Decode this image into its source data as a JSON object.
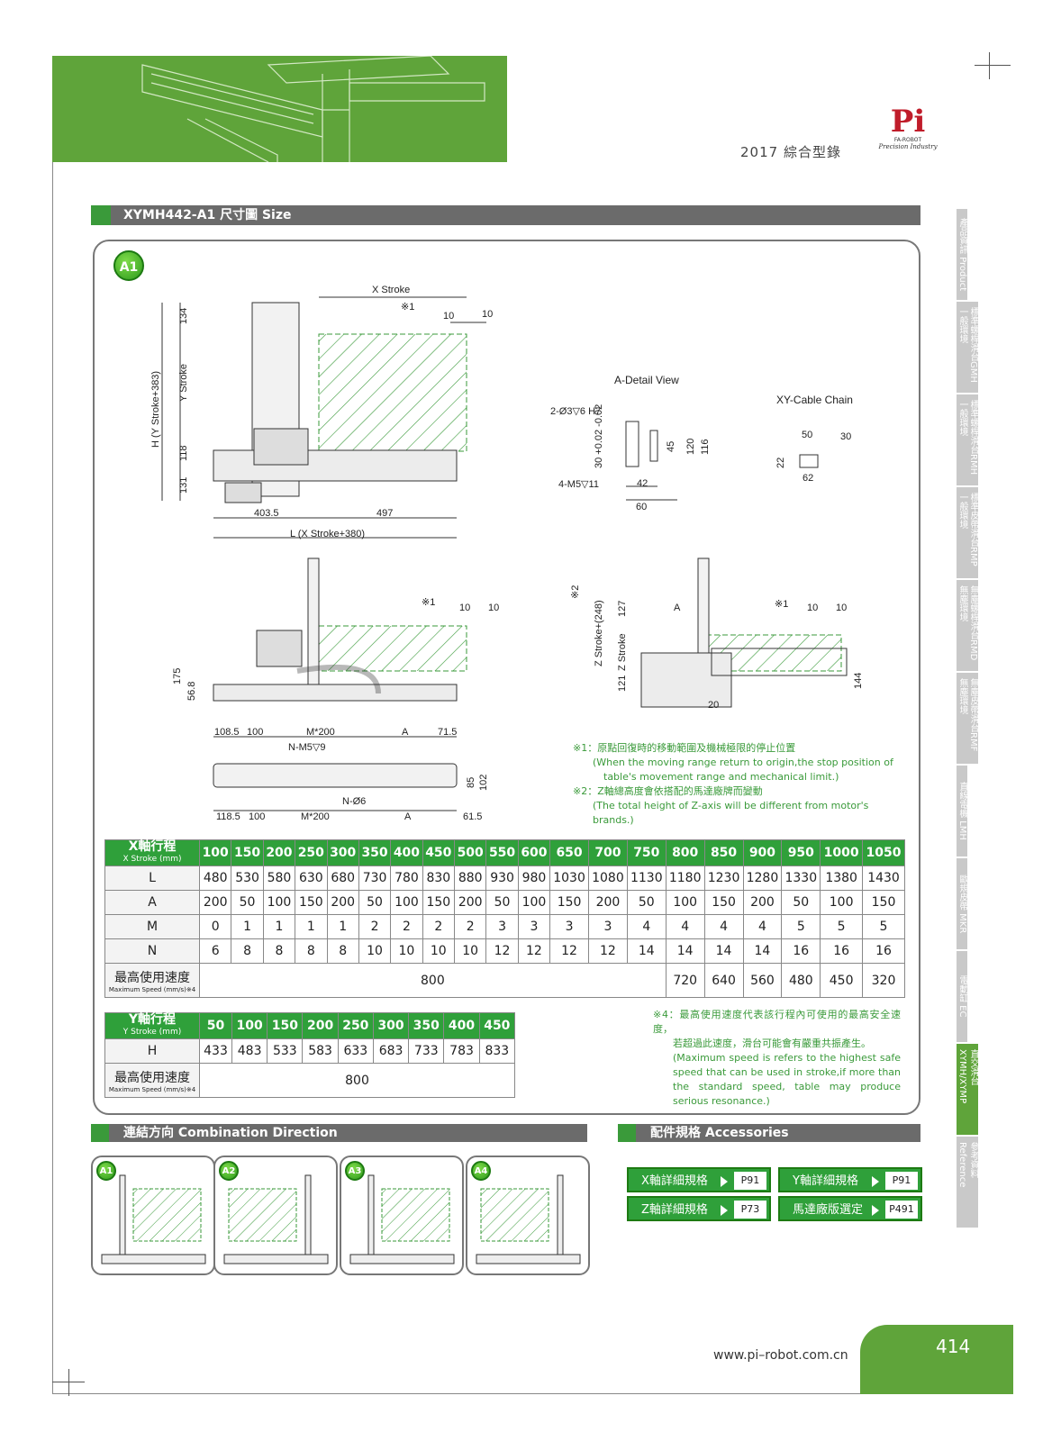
{
  "header": {
    "catalog_title": "2017 綜合型錄"
  },
  "logo": {
    "mark": "Pi",
    "sub1": "FA-ROBOT",
    "sub2": "Precision Industry"
  },
  "section_title": "XYMH442-A1 尺寸圖 Size",
  "badge": "A1",
  "sidebar": [
    {
      "label": "產品資訊 Product",
      "active": false
    },
    {
      "label": "標準螺桿滑台GMH 一般環境",
      "active": false
    },
    {
      "label": "標準螺桿滑台RMH 一般環境",
      "active": false
    },
    {
      "label": "標準皮帶滑台RMP 一般環境",
      "active": false
    },
    {
      "label": "無塵螺桿滑台RMD 無塵環境",
      "active": false
    },
    {
      "label": "無塵皮帶滑台RMF 無塵環境",
      "active": false
    },
    {
      "label": "直線電機 LMH",
      "active": false
    },
    {
      "label": "歐規皮帶 MKR",
      "active": false
    },
    {
      "label": "電動缸 EC",
      "active": false
    },
    {
      "label": "直交滑台 XYMH/XYMP",
      "active": true
    },
    {
      "label": "參考資料 Reference",
      "active": false
    }
  ],
  "drawing": {
    "x_stroke": "X Stroke",
    "y_stroke": "Y Stroke",
    "z_stroke": "Z Stroke",
    "h_label": "H (Y Stroke+383)",
    "l_label": "L (X Stroke+380)",
    "z_total": "Z Stroke+(248)",
    "ref1": "※1",
    "ref2": "※2",
    "dim_134": "134",
    "dim_118": "118",
    "dim_131": "131",
    "dim_403_5": "403.5",
    "dim_497": "497",
    "dim_10": "10",
    "dim_175": "175",
    "dim_56_8": "56.8",
    "dim_127": "127",
    "dim_121": "121",
    "dim_144": "144",
    "dim_20": "20",
    "detail_title": "A-Detail View",
    "detail_hole": "2-Ø3▽6 H7",
    "detail_tap": "4-M5▽11",
    "detail_tol": "30 +0.02 -0.02",
    "dim_45": "45",
    "dim_120": "120",
    "dim_116": "116",
    "dim_42": "42",
    "dim_60": "60",
    "cable_title": "XY-Cable Chain",
    "dim_50": "50",
    "dim_30": "30",
    "dim_22": "22",
    "dim_62": "62",
    "bot_108_5": "108.5",
    "bot_100": "100",
    "bot_m200": "M*200",
    "bot_a": "A",
    "bot_71_5": "71.5",
    "bot_nm5": "N-M5▽9",
    "bot_n6": "N-Ø6",
    "bot_118_5": "118.5",
    "bot_61_5": "61.5",
    "bot_85": "85",
    "bot_102": "102",
    "label_a": "A"
  },
  "notes": {
    "n1_zh": "※1：原點回復時的移動範圍及機械極限的停止位置",
    "n1_en1": "(When the moving range return to origin,the stop position of",
    "n1_en2": "table's movement range and mechanical limit.)",
    "n2_zh": "※2：Z軸總高度會依搭配的馬達廠牌而變動",
    "n2_en": "(The total height of  Z-axis will be different from motor's brands.)",
    "n4_zh1": "※4：最高使用速度代表該行程內可使用的最高安全速度，",
    "n4_zh2": "若超過此速度，滑台可能會有嚴重共振產生。",
    "n4_en": "(Maximum speed is refers to the highest safe speed that can be used in stroke,if more than the standard speed, table may produce serious resonance.)"
  },
  "x_table": {
    "head_zh": "X軸行程",
    "head_en": "X Stroke (mm)",
    "strokes": [
      "100",
      "150",
      "200",
      "250",
      "300",
      "350",
      "400",
      "450",
      "500",
      "550",
      "600",
      "650",
      "700",
      "750",
      "800",
      "850",
      "900",
      "950",
      "1000",
      "1050"
    ],
    "rows": [
      {
        "label": "L",
        "values": [
          "480",
          "530",
          "580",
          "630",
          "680",
          "730",
          "780",
          "830",
          "880",
          "930",
          "980",
          "1030",
          "1080",
          "1130",
          "1180",
          "1230",
          "1280",
          "1330",
          "1380",
          "1430"
        ]
      },
      {
        "label": "A",
        "values": [
          "200",
          "50",
          "100",
          "150",
          "200",
          "50",
          "100",
          "150",
          "200",
          "50",
          "100",
          "150",
          "200",
          "50",
          "100",
          "150",
          "200",
          "50",
          "100",
          "150"
        ]
      },
      {
        "label": "M",
        "values": [
          "0",
          "1",
          "1",
          "1",
          "1",
          "2",
          "2",
          "2",
          "2",
          "3",
          "3",
          "3",
          "3",
          "4",
          "4",
          "4",
          "4",
          "5",
          "5",
          "5"
        ]
      },
      {
        "label": "N",
        "values": [
          "6",
          "8",
          "8",
          "8",
          "8",
          "10",
          "10",
          "10",
          "10",
          "12",
          "12",
          "12",
          "12",
          "14",
          "14",
          "14",
          "14",
          "16",
          "16",
          "16"
        ]
      }
    ],
    "speed_label_zh": "最高使用速度",
    "speed_label_en": "Maximum Speed (mm/s)※4",
    "speed_merged": "800",
    "speed_tail": [
      "720",
      "640",
      "560",
      "480",
      "450",
      "320"
    ]
  },
  "y_table": {
    "head_zh": "Y軸行程",
    "head_en": "Y Stroke (mm)",
    "strokes": [
      "50",
      "100",
      "150",
      "200",
      "250",
      "300",
      "350",
      "400",
      "450"
    ],
    "row_label": "H",
    "values": [
      "433",
      "483",
      "533",
      "583",
      "633",
      "683",
      "733",
      "783",
      "833"
    ],
    "speed_label_zh": "最高使用速度",
    "speed_label_en": "Maximum Speed (mm/s)※4",
    "speed": "800"
  },
  "combination": {
    "title": "連結方向  Combination Direction",
    "badges": [
      "A1",
      "A2",
      "A3",
      "A4"
    ]
  },
  "accessories": {
    "title": "配件規格 Accessories",
    "buttons": [
      {
        "label": "X軸詳細規格",
        "page": "P91"
      },
      {
        "label": "Y軸詳細規格",
        "page": "P91"
      },
      {
        "label": "Z軸詳細規格",
        "page": "P73"
      },
      {
        "label": "馬達廠版選定",
        "page": "P491"
      }
    ]
  },
  "footer": {
    "url": "www.pi–robot.com.cn",
    "page_number": "414"
  },
  "colors": {
    "brand_green": "#5fa43a",
    "table_green": "#2fa03a",
    "logo_red": "#c01c2a",
    "bar_gray": "#6b6b6b"
  }
}
